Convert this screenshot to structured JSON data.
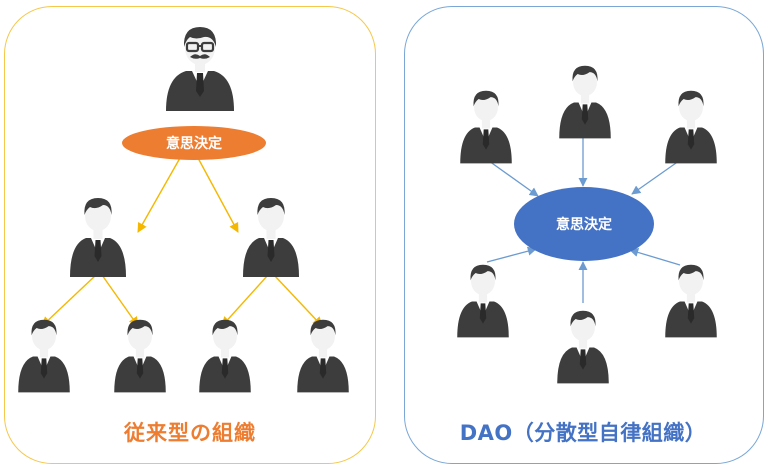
{
  "left_panel": {
    "decision_label": "意思決定",
    "caption": "従来型の組織",
    "accent_color": "#ed7d31",
    "arrow_color": "#f5b800"
  },
  "right_panel": {
    "decision_label": "意思決定",
    "caption": "DAO（分散型自律組織）",
    "accent_color": "#4472c4",
    "arrow_color": "#6b9bd1"
  },
  "icons": {
    "leader": "bearded-man-with-glasses-icon",
    "member": "businessman-icon"
  }
}
